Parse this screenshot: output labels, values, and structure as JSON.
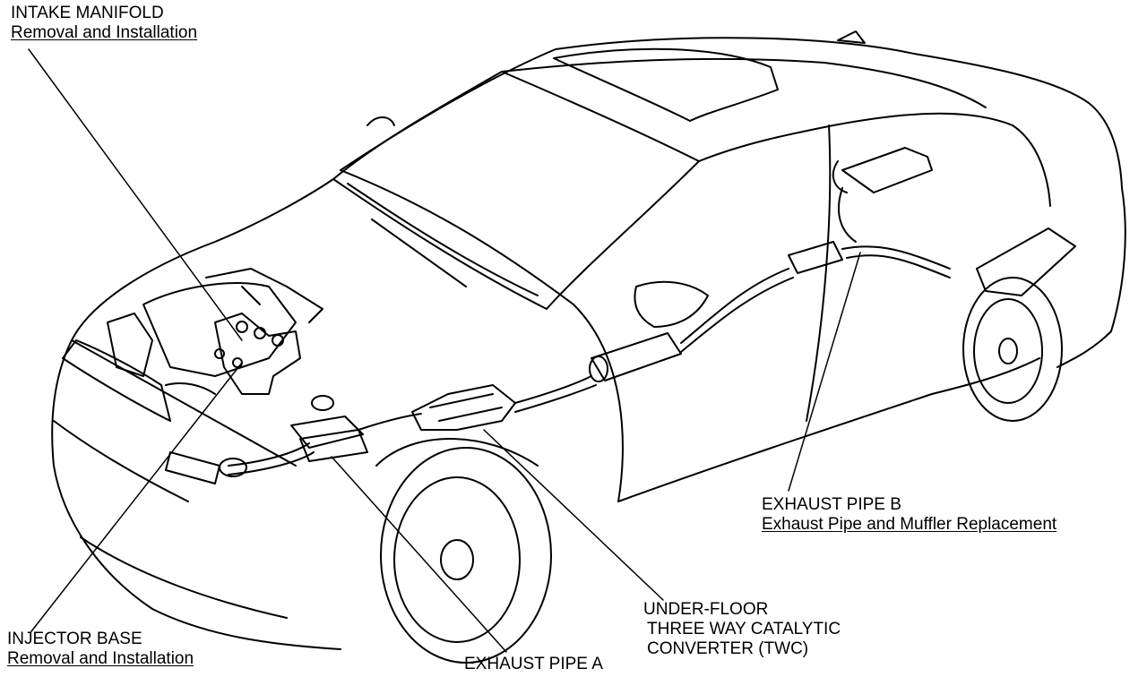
{
  "callouts": {
    "intake_manifold": {
      "title": "INTAKE MANIFOLD",
      "link": "Removal and Installation"
    },
    "injector_base": {
      "title": "INJECTOR BASE",
      "link": "Removal and Installation"
    },
    "exhaust_pipe_a": {
      "title": "EXHAUST PIPE A"
    },
    "twc": {
      "line1": "UNDER-FLOOR",
      "line2": "THREE WAY CATALYTIC",
      "line3": "CONVERTER (TWC)"
    },
    "exhaust_pipe_b": {
      "title": "EXHAUST PIPE B",
      "link": "Exhaust Pipe and Muffler Replacement"
    }
  },
  "colors": {
    "ink": "#000000",
    "paper": "#ffffff"
  }
}
